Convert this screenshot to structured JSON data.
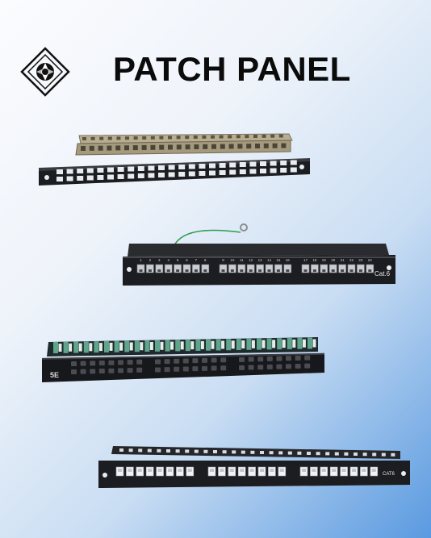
{
  "header": {
    "title": "PATCH PANEL",
    "logo_icon": "aperture-diamond-logo"
  },
  "panels": [
    {
      "name": "blank-keystone-panel",
      "ports": 24
    },
    {
      "name": "cat6-shielded-panel",
      "ports": 24,
      "port_numbers": [
        "1",
        "2",
        "3",
        "4",
        "5",
        "6",
        "7",
        "8",
        "9",
        "10",
        "11",
        "12",
        "13",
        "14",
        "15",
        "16",
        "17",
        "18",
        "19",
        "20",
        "21",
        "22",
        "23",
        "24"
      ],
      "badge": "Cat.6"
    },
    {
      "name": "cat5e-punchdown-panel",
      "ports": 48,
      "badge": "5E"
    },
    {
      "name": "keystone-jack-panel",
      "ports": 24,
      "badge": "CAT6"
    }
  ],
  "colors": {
    "panel_black": "#1c1d20",
    "port_silver": "#c9ccd1",
    "idc_green": "#5fa58c",
    "ground_wire": "#2e9b4f"
  }
}
